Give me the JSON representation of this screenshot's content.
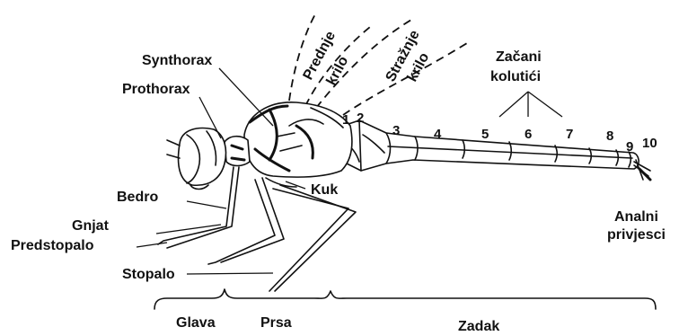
{
  "labels": {
    "synthorax": "Synthorax",
    "prothorax": "Prothorax",
    "bedro": "Bedro",
    "gnjat": "Gnjat",
    "predstopalo": "Predstopalo",
    "stopalo": "Stopalo",
    "kuk": "Kuk",
    "prednje": "Prednje",
    "krilo_front": "krilo",
    "straznje": "Stražnje",
    "krilo_hind": "krilo",
    "zacani": "Začani",
    "koluti": "kolutići",
    "analni": "Analni",
    "privjesci": "privjesci",
    "glava": "Glava",
    "prsa": "Prsa",
    "zadak": "Zadak"
  },
  "segments": [
    "1",
    "2",
    "3",
    "4",
    "5",
    "6",
    "7",
    "8",
    "9",
    "10"
  ]
}
